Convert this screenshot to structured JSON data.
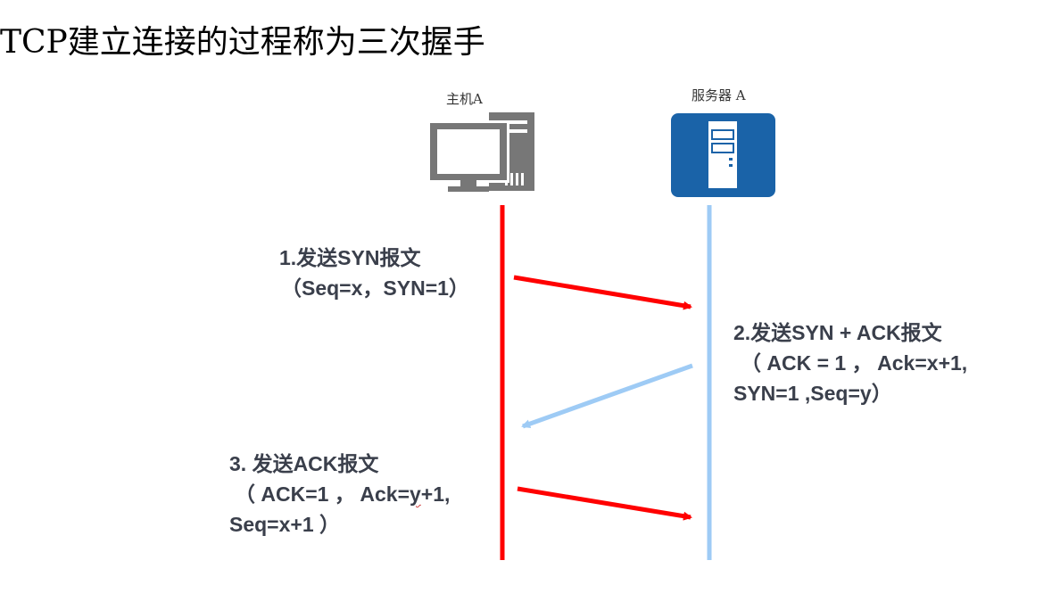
{
  "title": "TCP建立连接的过程称为三次握手",
  "nodes": {
    "host": {
      "label": "主机A",
      "icon": "desktop-computer-icon",
      "lifeline_color": "#ff0000"
    },
    "server": {
      "label": "服务器 A",
      "icon": "server-icon",
      "lifeline_color": "#9ecbf5",
      "icon_bg": "#1a63a8"
    }
  },
  "messages": [
    {
      "step": "1",
      "lines": [
        "1.发送SYN报文",
        "（Seq=x，SYN=1）"
      ],
      "direction": "host-to-server",
      "color": "#ff0000"
    },
    {
      "step": "2",
      "lines": [
        "2.发送SYN + ACK报文",
        "（ ACK = 1 ，  Ack=x+1,",
        "SYN=1 ,Seq=y）"
      ],
      "direction": "server-to-host",
      "color": "#9ecbf5"
    },
    {
      "step": "3",
      "lines_before": "（ ACK=1 ， Ack=",
      "lines_mid": "y",
      "lines_after": "+1,",
      "lines": [
        "3. 发送ACK报文",
        "（ ACK=1 ， Ack=y+1,",
        "Seq=x+1 ）"
      ],
      "direction": "host-to-server",
      "color": "#ff0000"
    }
  ]
}
